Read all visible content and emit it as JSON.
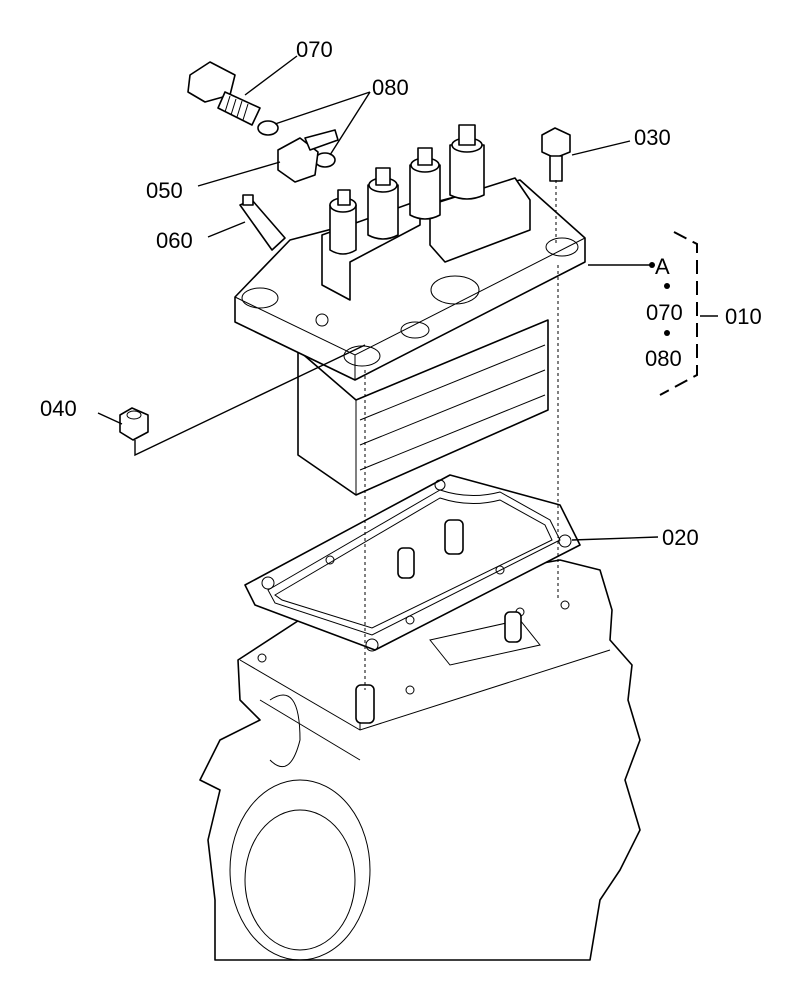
{
  "diagram": {
    "callouts": {
      "bolt_top": "070",
      "washers": "080",
      "bolt_right": "030",
      "banjo_fitting": "050",
      "sensor": "060",
      "nut": "040",
      "gasket": "020",
      "assembly": "010"
    },
    "assembly_group": {
      "marker": "A",
      "items": [
        "070",
        "080"
      ]
    }
  }
}
